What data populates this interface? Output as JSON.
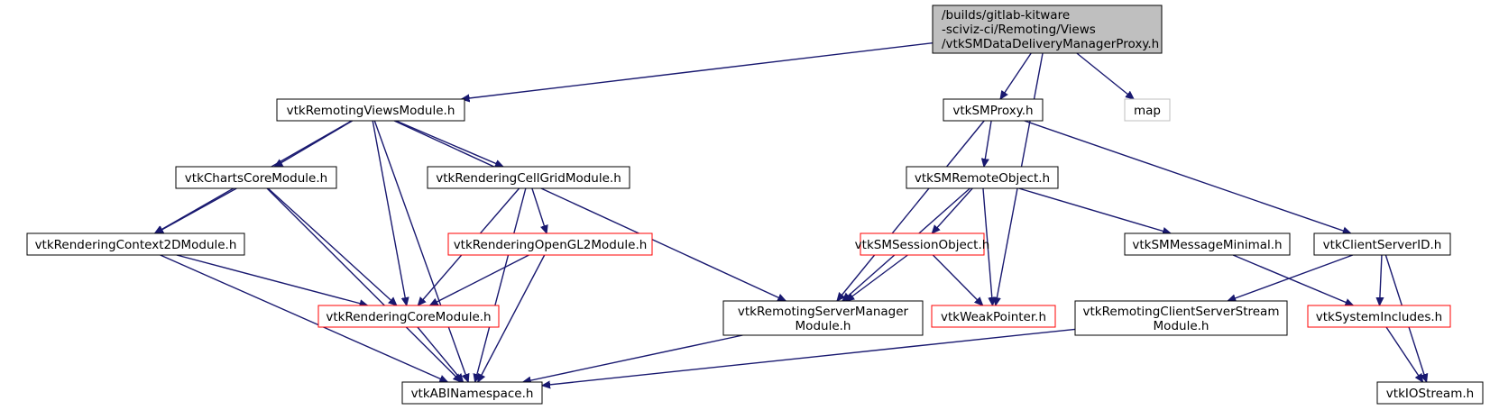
{
  "root": {
    "lines": [
      "/builds/gitlab-kitware",
      "-sciviz-ci/Remoting/Views",
      "/vtkSMDataDeliveryManagerProxy.h"
    ]
  },
  "nodes": {
    "remoting_views_module": {
      "lines": [
        "vtkRemotingViewsModule.h"
      ],
      "style": "normal"
    },
    "sm_proxy": {
      "lines": [
        "vtkSMProxy.h"
      ],
      "style": "normal"
    },
    "map": {
      "lines": [
        "map"
      ],
      "style": "external"
    },
    "charts_core_module": {
      "lines": [
        "vtkChartsCoreModule.h"
      ],
      "style": "normal"
    },
    "rendering_cellgrid_module": {
      "lines": [
        "vtkRenderingCellGridModule.h"
      ],
      "style": "normal"
    },
    "sm_remote_object": {
      "lines": [
        "vtkSMRemoteObject.h"
      ],
      "style": "normal"
    },
    "rendering_context2d_module": {
      "lines": [
        "vtkRenderingContext2DModule.h"
      ],
      "style": "normal"
    },
    "rendering_opengl2_module": {
      "lines": [
        "vtkRenderingOpenGL2Module.h"
      ],
      "style": "truncated"
    },
    "sm_session_object": {
      "lines": [
        "vtkSMSessionObject.h"
      ],
      "style": "truncated"
    },
    "sm_message_minimal": {
      "lines": [
        "vtkSMMessageMinimal.h"
      ],
      "style": "normal"
    },
    "client_server_id": {
      "lines": [
        "vtkClientServerID.h"
      ],
      "style": "normal"
    },
    "rendering_core_module": {
      "lines": [
        "vtkRenderingCoreModule.h"
      ],
      "style": "truncated"
    },
    "remoting_server_manager_module": {
      "lines": [
        "vtkRemotingServerManager",
        "Module.h"
      ],
      "style": "normal"
    },
    "weak_pointer": {
      "lines": [
        "vtkWeakPointer.h"
      ],
      "style": "truncated"
    },
    "remoting_client_server_stream_module": {
      "lines": [
        "vtkRemotingClientServerStream",
        "Module.h"
      ],
      "style": "normal"
    },
    "system_includes": {
      "lines": [
        "vtkSystemIncludes.h"
      ],
      "style": "truncated"
    },
    "abi_namespace": {
      "lines": [
        "vtkABINamespace.h"
      ],
      "style": "normal"
    },
    "iostream": {
      "lines": [
        "vtkIOStream.h"
      ],
      "style": "normal"
    }
  },
  "edges": [
    [
      "root",
      "remoting_views_module"
    ],
    [
      "root",
      "sm_proxy"
    ],
    [
      "root",
      "weak_pointer"
    ],
    [
      "root",
      "map"
    ],
    [
      "remoting_views_module",
      "charts_core_module"
    ],
    [
      "remoting_views_module",
      "rendering_cellgrid_module"
    ],
    [
      "remoting_views_module",
      "rendering_context2d_module"
    ],
    [
      "remoting_views_module",
      "rendering_core_module"
    ],
    [
      "remoting_views_module",
      "remoting_server_manager_module"
    ],
    [
      "remoting_views_module",
      "abi_namespace"
    ],
    [
      "charts_core_module",
      "rendering_context2d_module"
    ],
    [
      "charts_core_module",
      "rendering_core_module"
    ],
    [
      "charts_core_module",
      "abi_namespace"
    ],
    [
      "rendering_cellgrid_module",
      "rendering_opengl2_module"
    ],
    [
      "rendering_cellgrid_module",
      "rendering_core_module"
    ],
    [
      "rendering_cellgrid_module",
      "abi_namespace"
    ],
    [
      "rendering_context2d_module",
      "rendering_core_module"
    ],
    [
      "rendering_context2d_module",
      "abi_namespace"
    ],
    [
      "rendering_opengl2_module",
      "rendering_core_module"
    ],
    [
      "rendering_opengl2_module",
      "abi_namespace"
    ],
    [
      "rendering_core_module",
      "abi_namespace"
    ],
    [
      "remoting_server_manager_module",
      "abi_namespace"
    ],
    [
      "sm_proxy",
      "sm_remote_object"
    ],
    [
      "sm_proxy",
      "remoting_server_manager_module"
    ],
    [
      "sm_proxy",
      "client_server_id"
    ],
    [
      "sm_remote_object",
      "sm_session_object"
    ],
    [
      "sm_remote_object",
      "weak_pointer"
    ],
    [
      "sm_remote_object",
      "sm_message_minimal"
    ],
    [
      "sm_remote_object",
      "remoting_server_manager_module"
    ],
    [
      "sm_session_object",
      "remoting_server_manager_module"
    ],
    [
      "sm_session_object",
      "weak_pointer"
    ],
    [
      "sm_message_minimal",
      "system_includes"
    ],
    [
      "client_server_id",
      "remoting_client_server_stream_module"
    ],
    [
      "client_server_id",
      "system_includes"
    ],
    [
      "client_server_id",
      "iostream"
    ],
    [
      "remoting_client_server_stream_module",
      "abi_namespace"
    ],
    [
      "system_includes",
      "iostream"
    ]
  ],
  "colors": {
    "edge": "#191970",
    "root_fill": "#bfbfbf",
    "node_border": "#000000",
    "truncated_border": "#ff0000",
    "external_border": "#bfbfbf"
  }
}
